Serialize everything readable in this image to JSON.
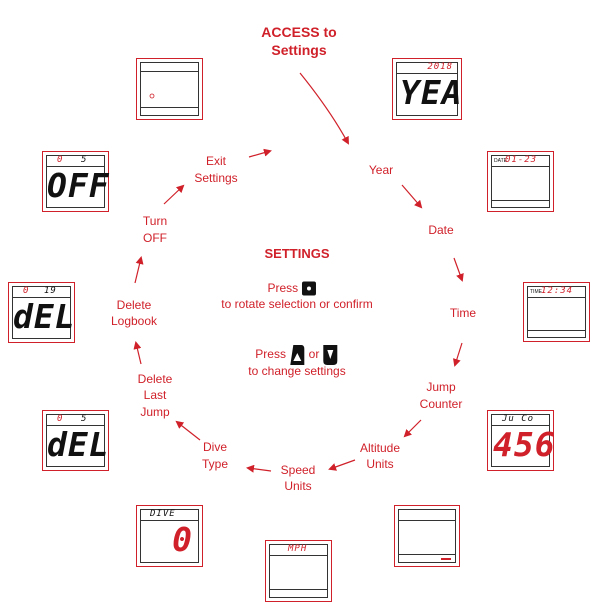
{
  "title": {
    "line1": "ACCESS to",
    "line2": "Settings"
  },
  "steps": {
    "year": "Year",
    "date": "Date",
    "time": "Time",
    "jump_counter": [
      "Jump",
      "Counter"
    ],
    "altitude_units": [
      "Altitude",
      "Units"
    ],
    "speed_units": [
      "Speed",
      "Units"
    ],
    "dive_type": [
      "Dive",
      "Type"
    ],
    "delete_last_jump": [
      "Delete",
      "Last",
      "Jump"
    ],
    "delete_logbook": [
      "Delete",
      "Logbook"
    ],
    "turn_off": [
      "Turn",
      "OFF"
    ],
    "exit_settings": [
      "Exit",
      "Settings"
    ]
  },
  "center": {
    "heading": "SETTINGS",
    "press_word": "Press",
    "rotate_text": "to rotate selection or confirm",
    "or_word": "or",
    "change_text": "to change settings"
  },
  "screens": {
    "year": {
      "top": "2018",
      "main": "YEA"
    },
    "date": {
      "label": "DATE",
      "top": "01-23"
    },
    "time": {
      "label": "TIME",
      "top": "12:34"
    },
    "jump_counter": {
      "top": "Ju Co",
      "main": "456"
    },
    "speed": {
      "top": "MPH"
    },
    "dive": {
      "top": "DIVE",
      "main": "0"
    },
    "delete_last": {
      "top_left": "0",
      "top_right": "5",
      "main": "dEL"
    },
    "delete_logbook": {
      "top_left": "0",
      "top_right": "19",
      "main": "dEL"
    },
    "turn_off": {
      "top_left": "0",
      "top_right": "5",
      "main": "OFF"
    }
  },
  "colors": {
    "accent": "#d0212a",
    "ink": "#111111"
  }
}
